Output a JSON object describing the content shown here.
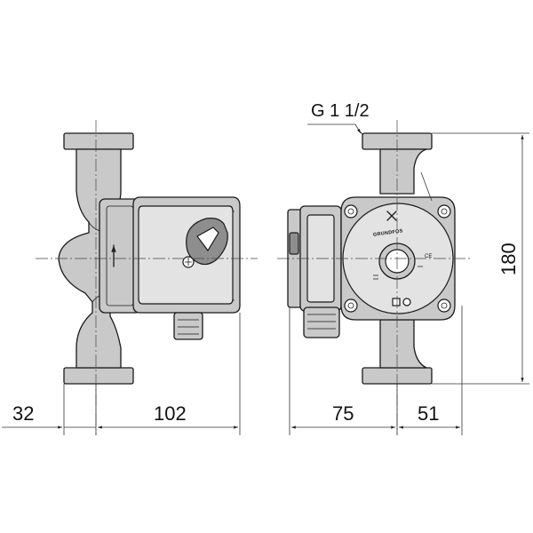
{
  "drawing": {
    "connection_label": "G 1 1/2",
    "dimensions": {
      "side_left": "32",
      "side_right": "102",
      "front_left": "75",
      "front_right": "51",
      "height": "180"
    },
    "nameplate": {
      "brand": "GRUNDFOS",
      "ce_mark": "CE"
    }
  }
}
